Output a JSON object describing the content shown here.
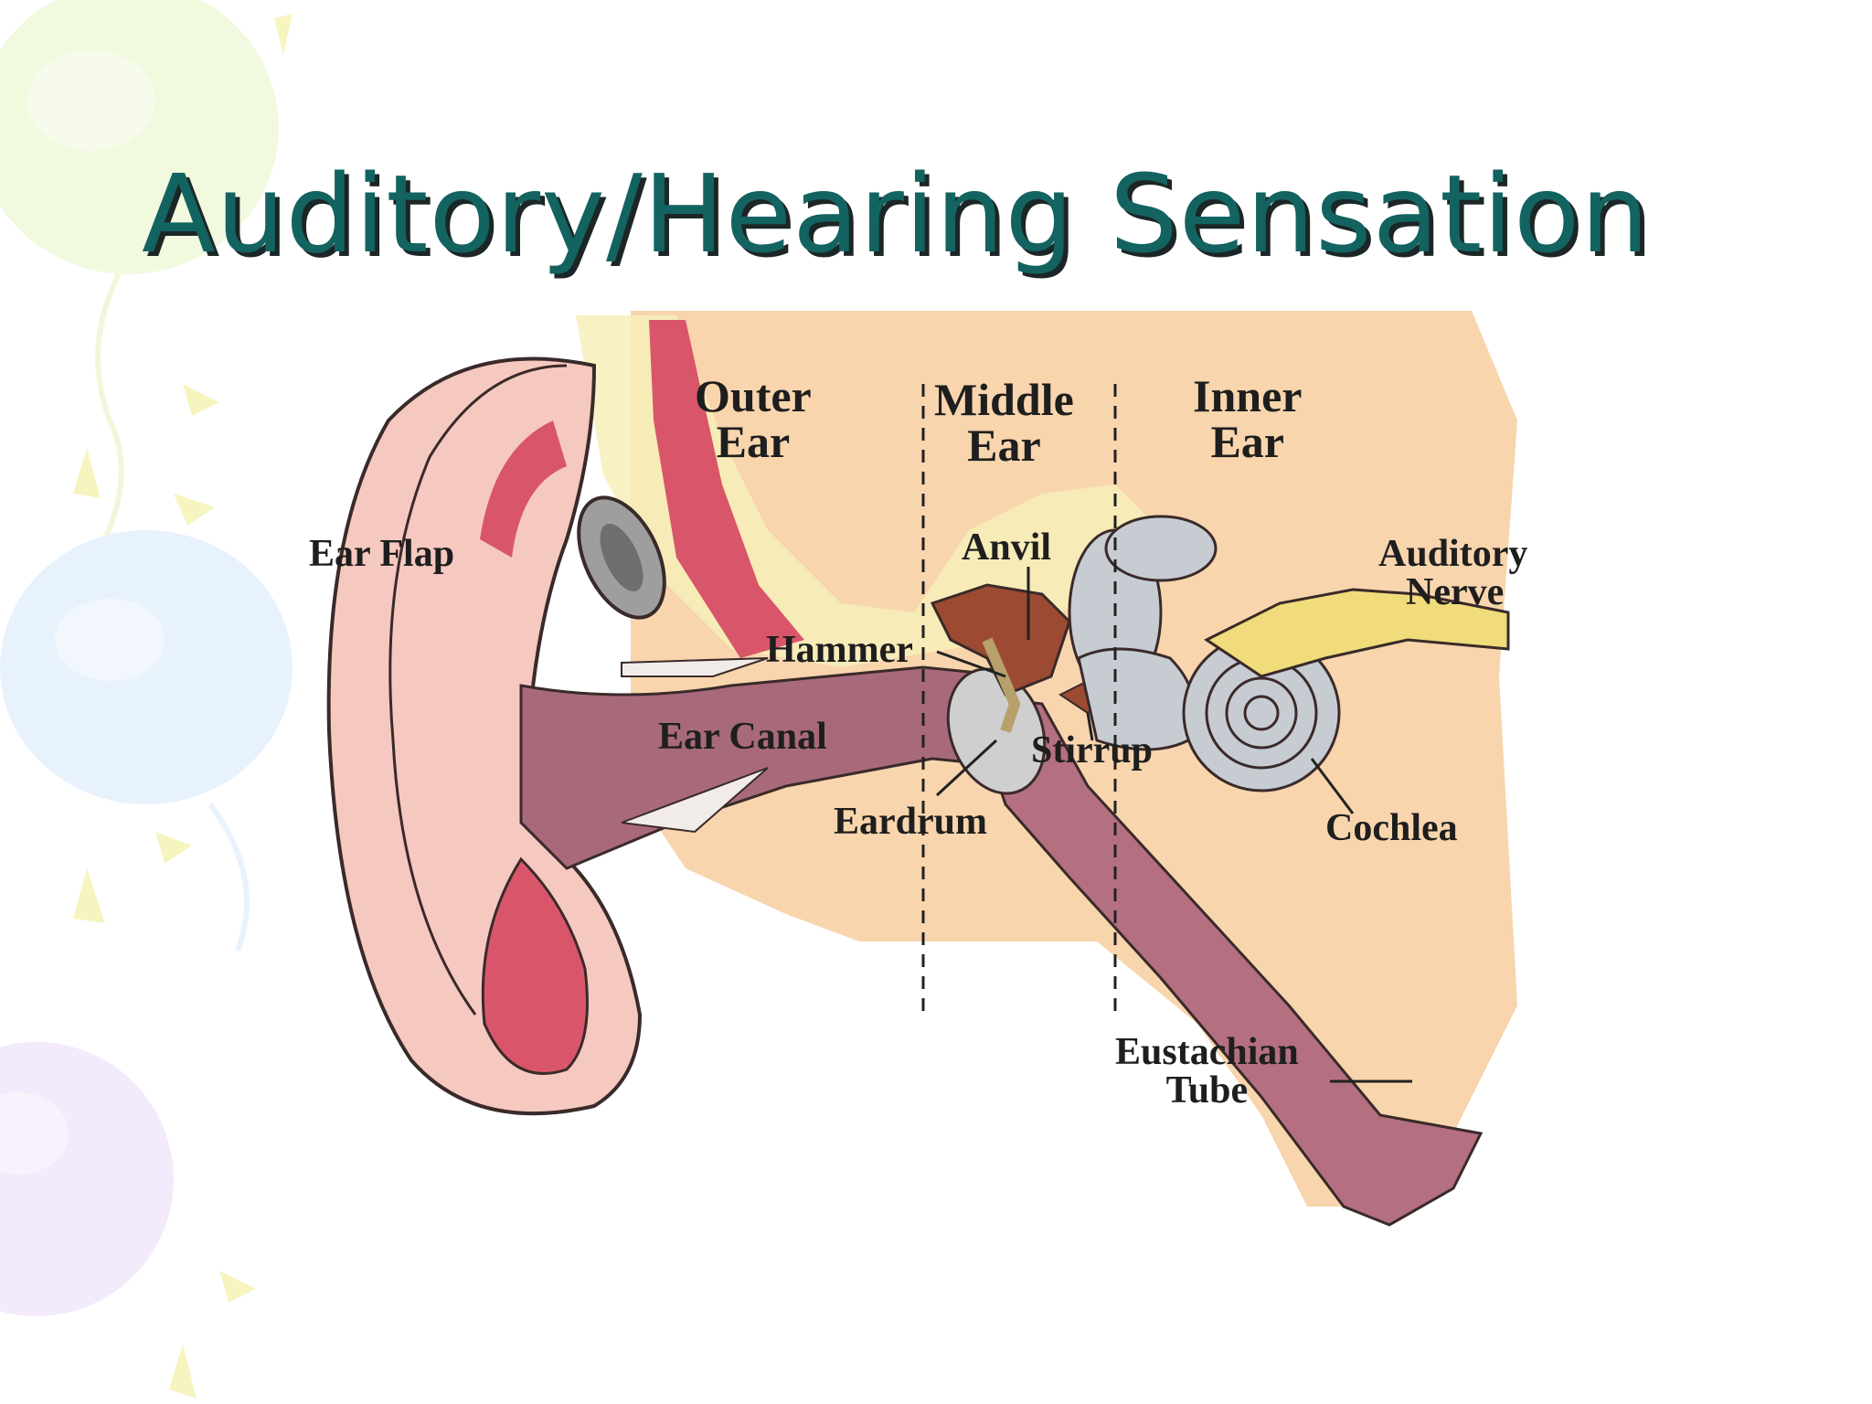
{
  "slide": {
    "title": "Auditory/Hearing Sensation"
  },
  "diagram": {
    "sections": {
      "outer": [
        "Outer",
        "Ear"
      ],
      "middle": [
        "Middle",
        "Ear"
      ],
      "inner": [
        "Inner",
        "Ear"
      ]
    },
    "labels": {
      "ear_flap": "Ear Flap",
      "anvil": "Anvil",
      "auditory_nerve": [
        "Auditory",
        "Nerve"
      ],
      "hammer": "Hammer",
      "ear_canal": "Ear Canal",
      "stirrup": "Stirrup",
      "eardrum": "Eardrum",
      "cochlea": "Cochlea",
      "eustachian_tube": [
        "Eustachian",
        "Tube"
      ]
    },
    "colors": {
      "skin": "#f8d5ad",
      "ear_flap": "#f6c9c0",
      "cartilage": "#d9566a",
      "canal": "#a86a7a",
      "bone": "#f7efb8",
      "ossicles": "#9c4b32",
      "inner_ear": "#c7ccd3",
      "nerve": "#f0dc7a"
    }
  }
}
